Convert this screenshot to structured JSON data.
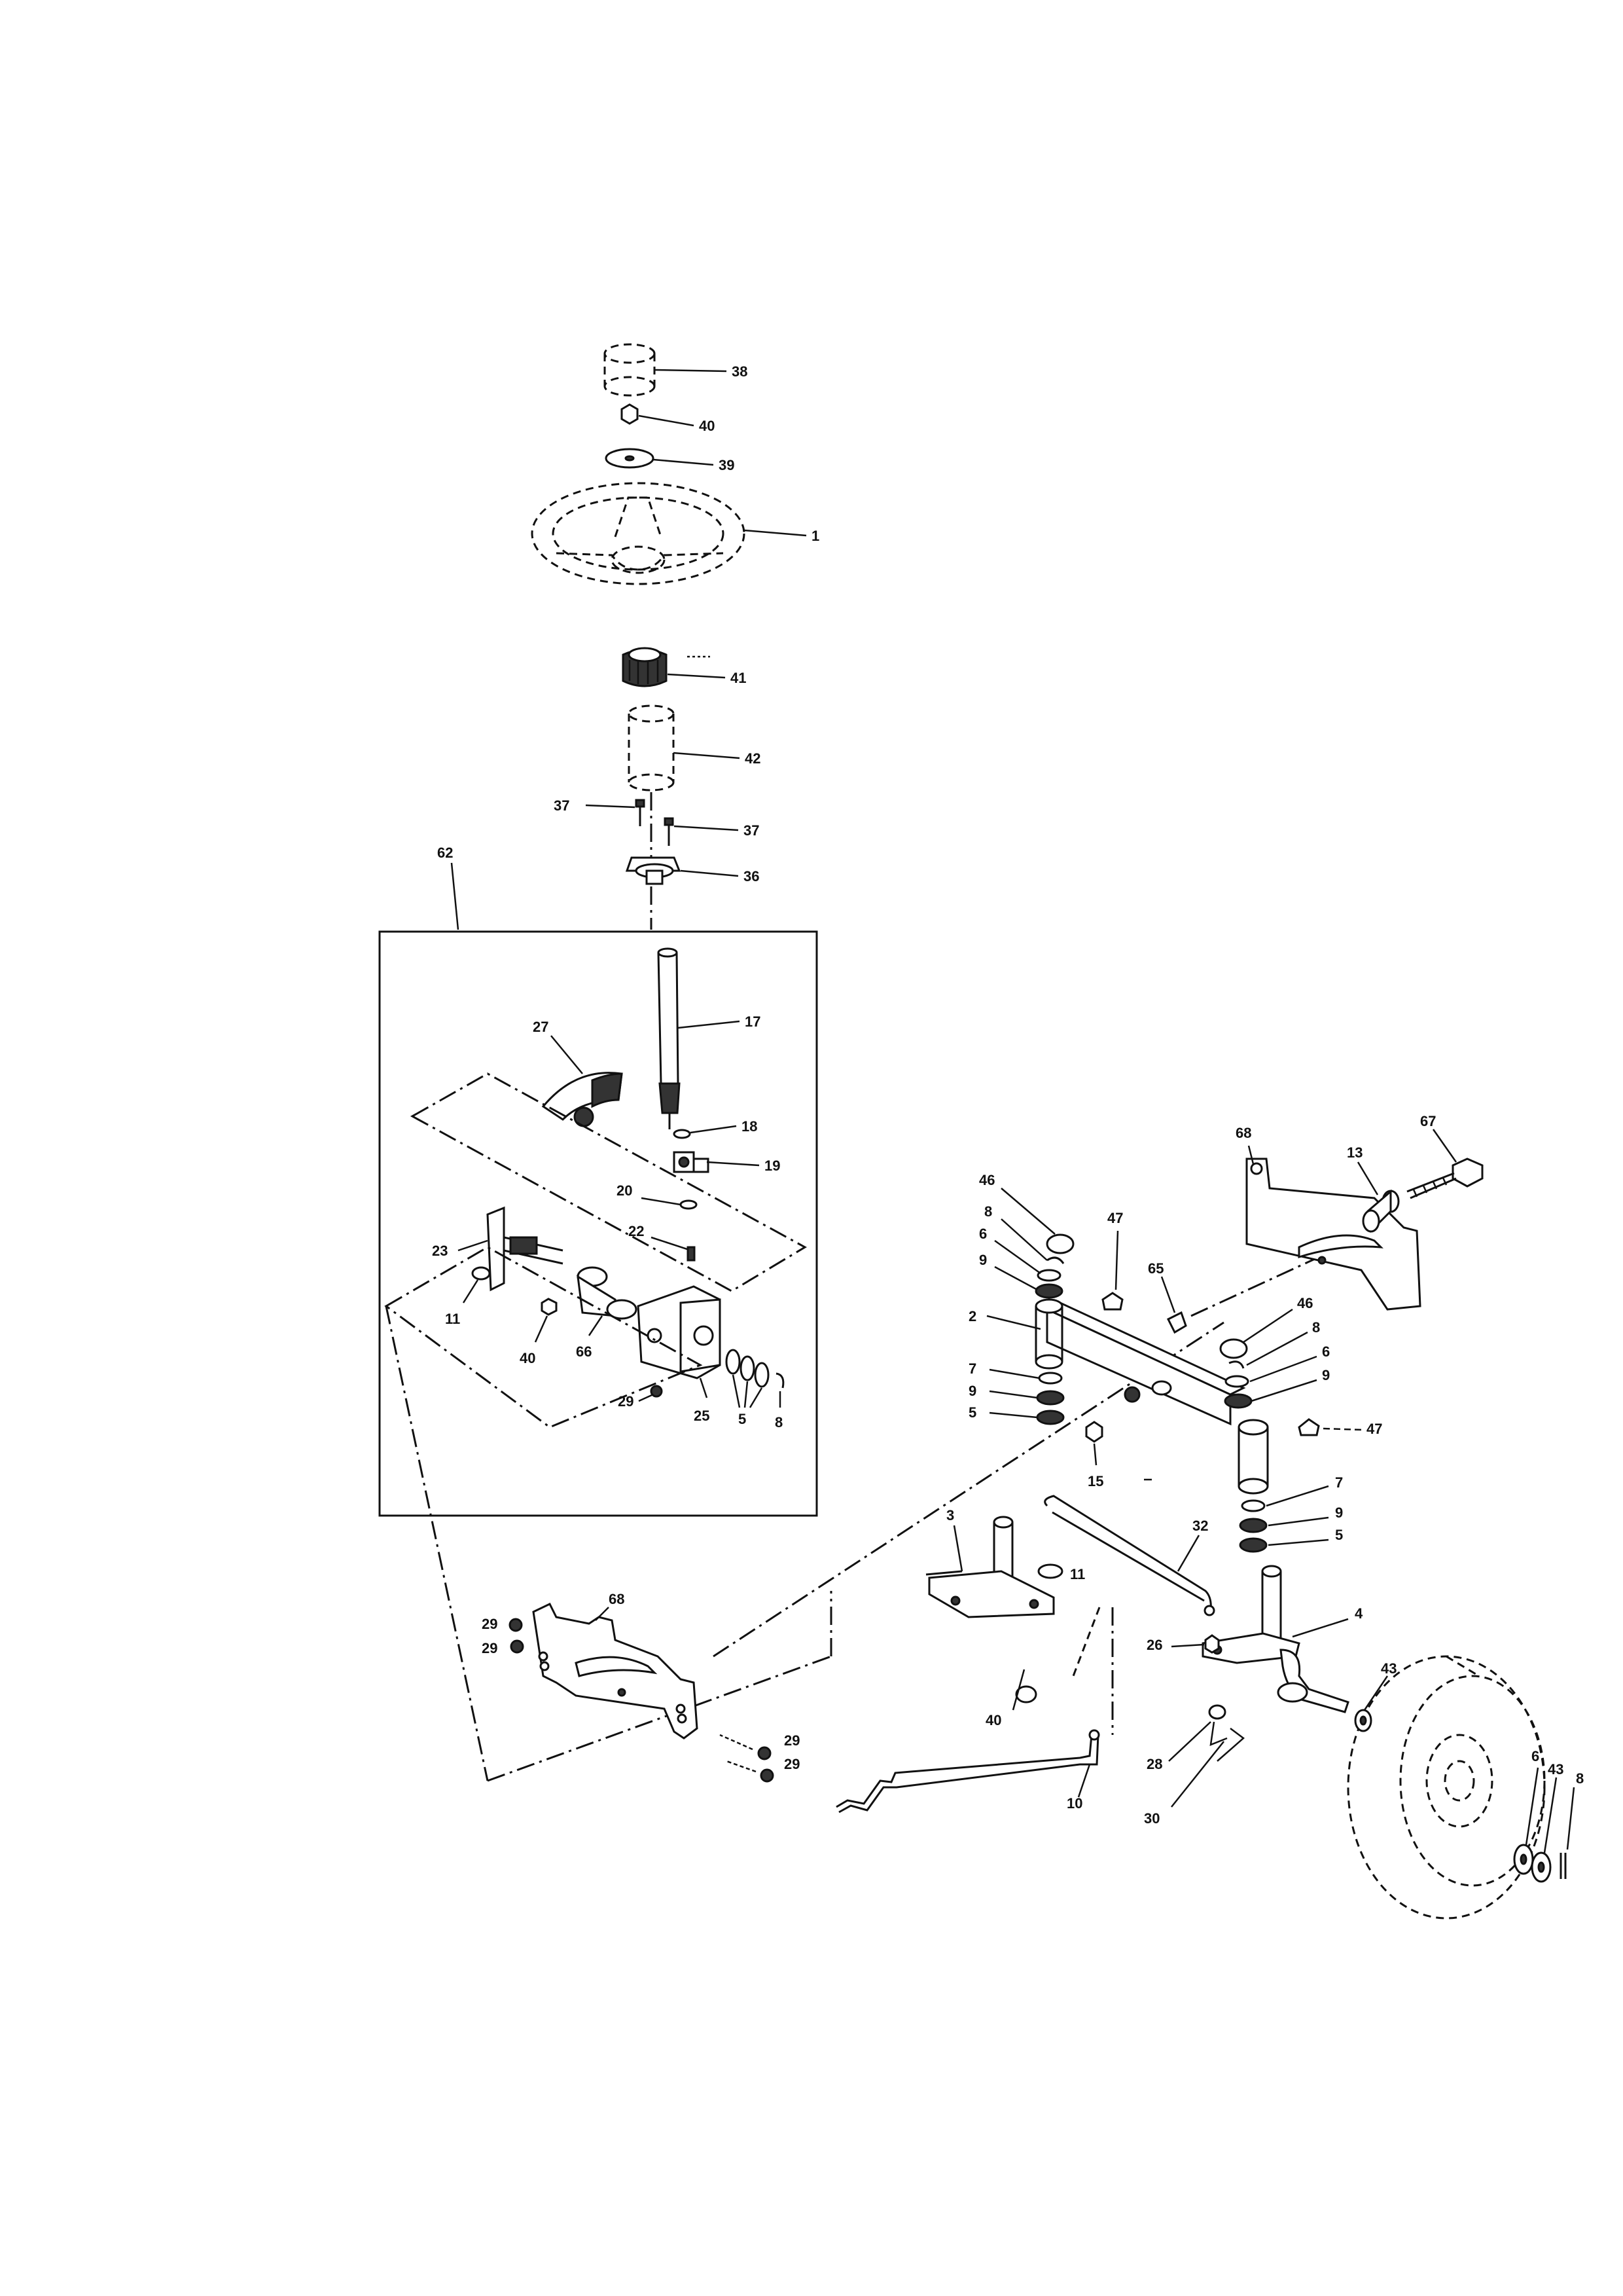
{
  "callouts": {
    "c38": "38",
    "c40a": "40",
    "c39": "39",
    "c1": "1",
    "c41": "41",
    "c42": "42",
    "c37a": "37",
    "c37b": "37",
    "c36": "36",
    "c62": "62",
    "c17": "17",
    "c27": "27",
    "c18": "18",
    "c19": "19",
    "c20": "20",
    "c22": "22",
    "c23": "23",
    "c11a": "11",
    "c40b": "40",
    "c66": "66",
    "c29a": "29",
    "c25": "25",
    "c5a": "5",
    "c8a": "8",
    "c68a": "68",
    "c67": "67",
    "c13": "13",
    "c46a": "46",
    "c8b": "8",
    "c6a": "6",
    "c9a": "9",
    "c47a": "47",
    "c65": "65",
    "c2": "2",
    "c7a": "7",
    "c9b": "9",
    "c5b": "5",
    "c15": "15",
    "c46b": "46",
    "c8c": "8",
    "c6b": "6",
    "c9c": "9",
    "c47b": "47",
    "c7b": "7",
    "c9d": "9",
    "c5c": "5",
    "c3": "3",
    "c32": "32",
    "c11b": "11",
    "c4": "4",
    "c26": "26",
    "c40c": "40",
    "c43a": "43",
    "c28": "28",
    "c10": "10",
    "c30": "30",
    "c6c": "6",
    "c43b": "43",
    "c8d": "8",
    "c68b": "68",
    "c29b": "29",
    "c29c": "29",
    "c29d": "29",
    "c29e": "29"
  }
}
